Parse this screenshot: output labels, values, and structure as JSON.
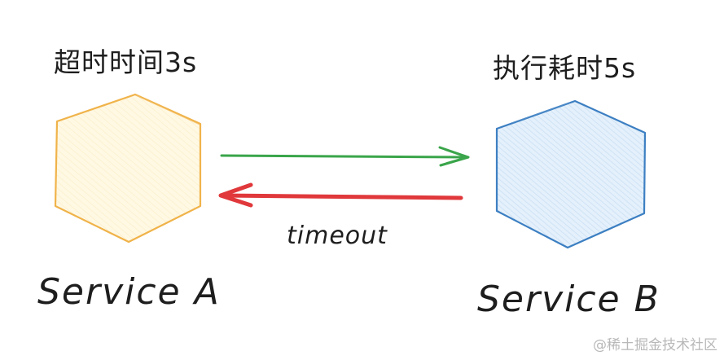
{
  "diagram": {
    "service_a": {
      "name": "Service A",
      "caption": "超时时间3s",
      "shape": "hexagon",
      "fill": "#fff8e1",
      "stroke": "#f0b34a"
    },
    "service_b": {
      "name": "Service B",
      "caption": "执行耗时5s",
      "shape": "hexagon",
      "fill": "#dcebf8",
      "stroke": "#3c7fc2"
    },
    "arrows": [
      {
        "from": "Service A",
        "to": "Service B",
        "color": "#3aa54a",
        "label": ""
      },
      {
        "from": "Service B",
        "to": "Service A",
        "color": "#e0383b",
        "label": "timeout"
      }
    ],
    "timeout_label": "timeout"
  },
  "watermark": "@稀土掘金技术社区"
}
